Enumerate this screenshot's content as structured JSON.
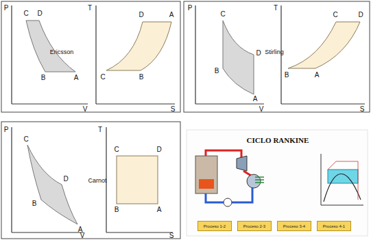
{
  "diagram": {
    "nodes": [
      {
        "text": [
          "Proceso 1-2"
        ]
      },
      {
        "text": [
          "Proceso 2-3"
        ]
      },
      {
        "text": [
          "Proceso 3-4"
        ]
      },
      {
        "text": [
          "Proceso 4-1"
        ]
      }
    ],
    "labels": [
      "P",
      "C",
      "D",
      "B",
      "A",
      "V",
      "Ericsson",
      "T",
      "D",
      "A",
      "C",
      "B",
      "S",
      "P",
      "C",
      "D",
      "B",
      "A",
      "V",
      "Stirling",
      "T",
      "C",
      "D",
      "B",
      "A",
      "S",
      "P",
      "C",
      "D",
      "B",
      "A",
      "V",
      "Carnot",
      "T",
      "C",
      "D",
      "B",
      "A",
      "S",
      "CICLO RANKINE"
    ]
  }
}
